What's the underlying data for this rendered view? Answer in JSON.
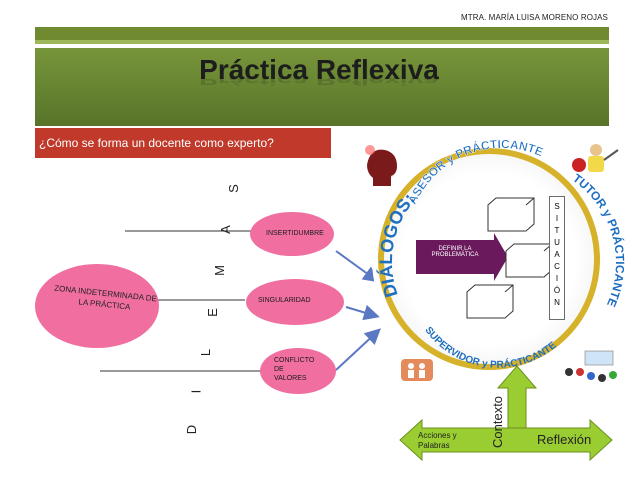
{
  "header": {
    "author": "MTRA. MARÍA LUISA MORENO ROJAS"
  },
  "title": "Práctica Reflexiva",
  "question": "¿Cómo se forma un docente como experto?",
  "zone": {
    "label": "ZONA INDETERMINADA DE LA PRÁCTICA"
  },
  "dilemmas": {
    "letters": [
      "D",
      "I",
      "L",
      "E",
      "M",
      "A",
      "S"
    ]
  },
  "issues": [
    {
      "label": "INSERTIDUMBRE"
    },
    {
      "label": "SINGULARIDAD"
    },
    {
      "label": "CONFLICTO DE VALORES"
    }
  ],
  "cycle": {
    "dialogos": "DIÁLOGOS:",
    "asesor": "ASESOR y PRÁCTICANTE",
    "tutor": "TUTOR y PRÁCTICANTE",
    "supervisor": "SUPERVIDOR y PRÁCTICANTE",
    "definir": "DEFINIR LA PROBLEMÁTICA",
    "situacion_letters": [
      "S",
      "I",
      "T",
      "U",
      "A",
      "C",
      "I",
      "Ó",
      "N"
    ]
  },
  "bottom": {
    "contexto": "Contexto",
    "acciones": "Acciones y Palabras",
    "reflexion": "Reflexión"
  },
  "colors": {
    "band_green": "#6f8a2f",
    "question_red": "#c0392b",
    "pink": "#f06fa0",
    "purple": "#6a1a5c",
    "arrow_green": "#9acd32",
    "ring_gold": "#d6b12a"
  }
}
